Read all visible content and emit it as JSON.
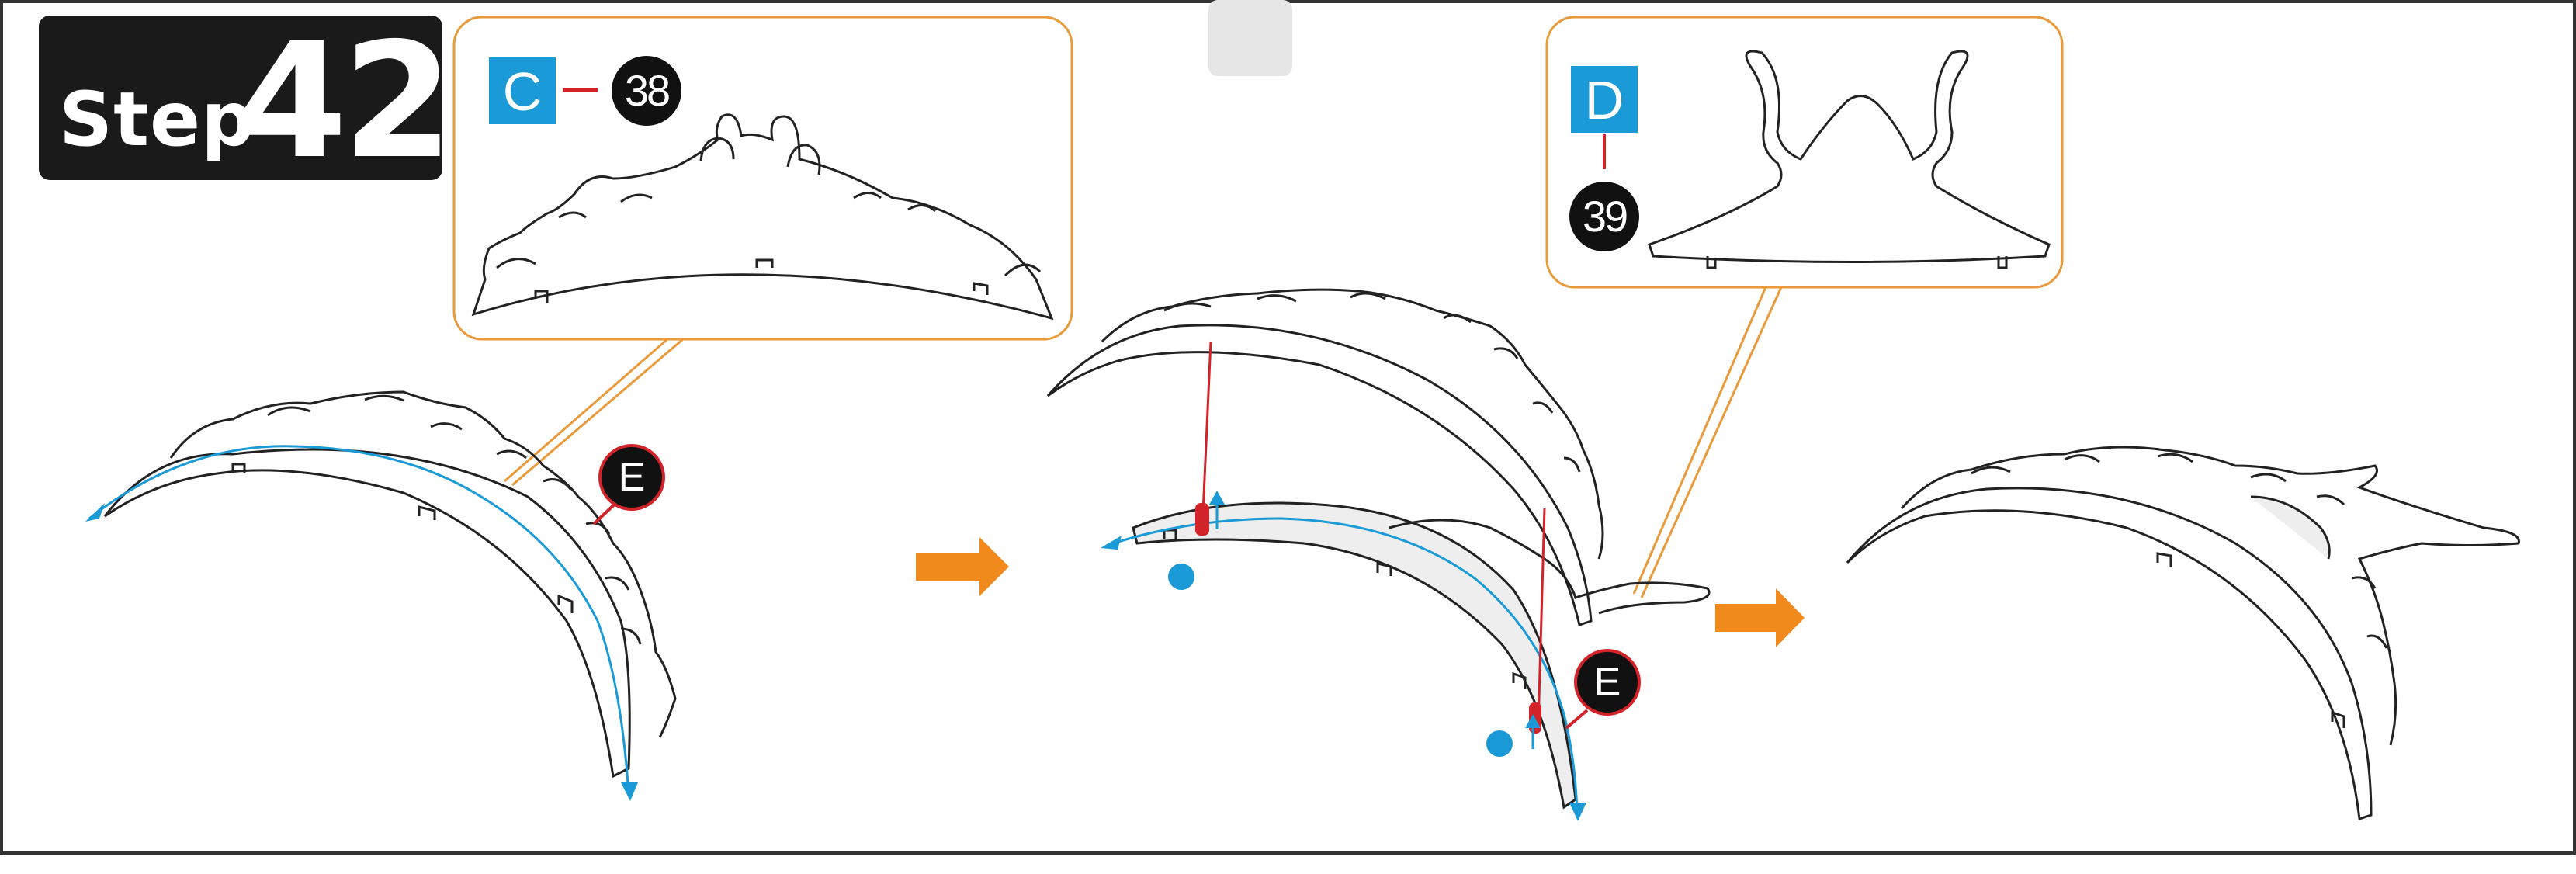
{
  "step": {
    "word": "Step",
    "number": "42"
  },
  "callouts": [
    {
      "letter": "C",
      "part_number": "38"
    },
    {
      "letter": "D",
      "part_number": "39"
    }
  ],
  "markers": {
    "part_label": "E"
  },
  "colors": {
    "accent_orange": "#f08a1c",
    "arrow_blue": "#1a9ad6",
    "connector_red": "#d3232a",
    "badge_dark": "#111111"
  },
  "icons": [
    "arrow-right-icon",
    "arrow-right-icon"
  ]
}
